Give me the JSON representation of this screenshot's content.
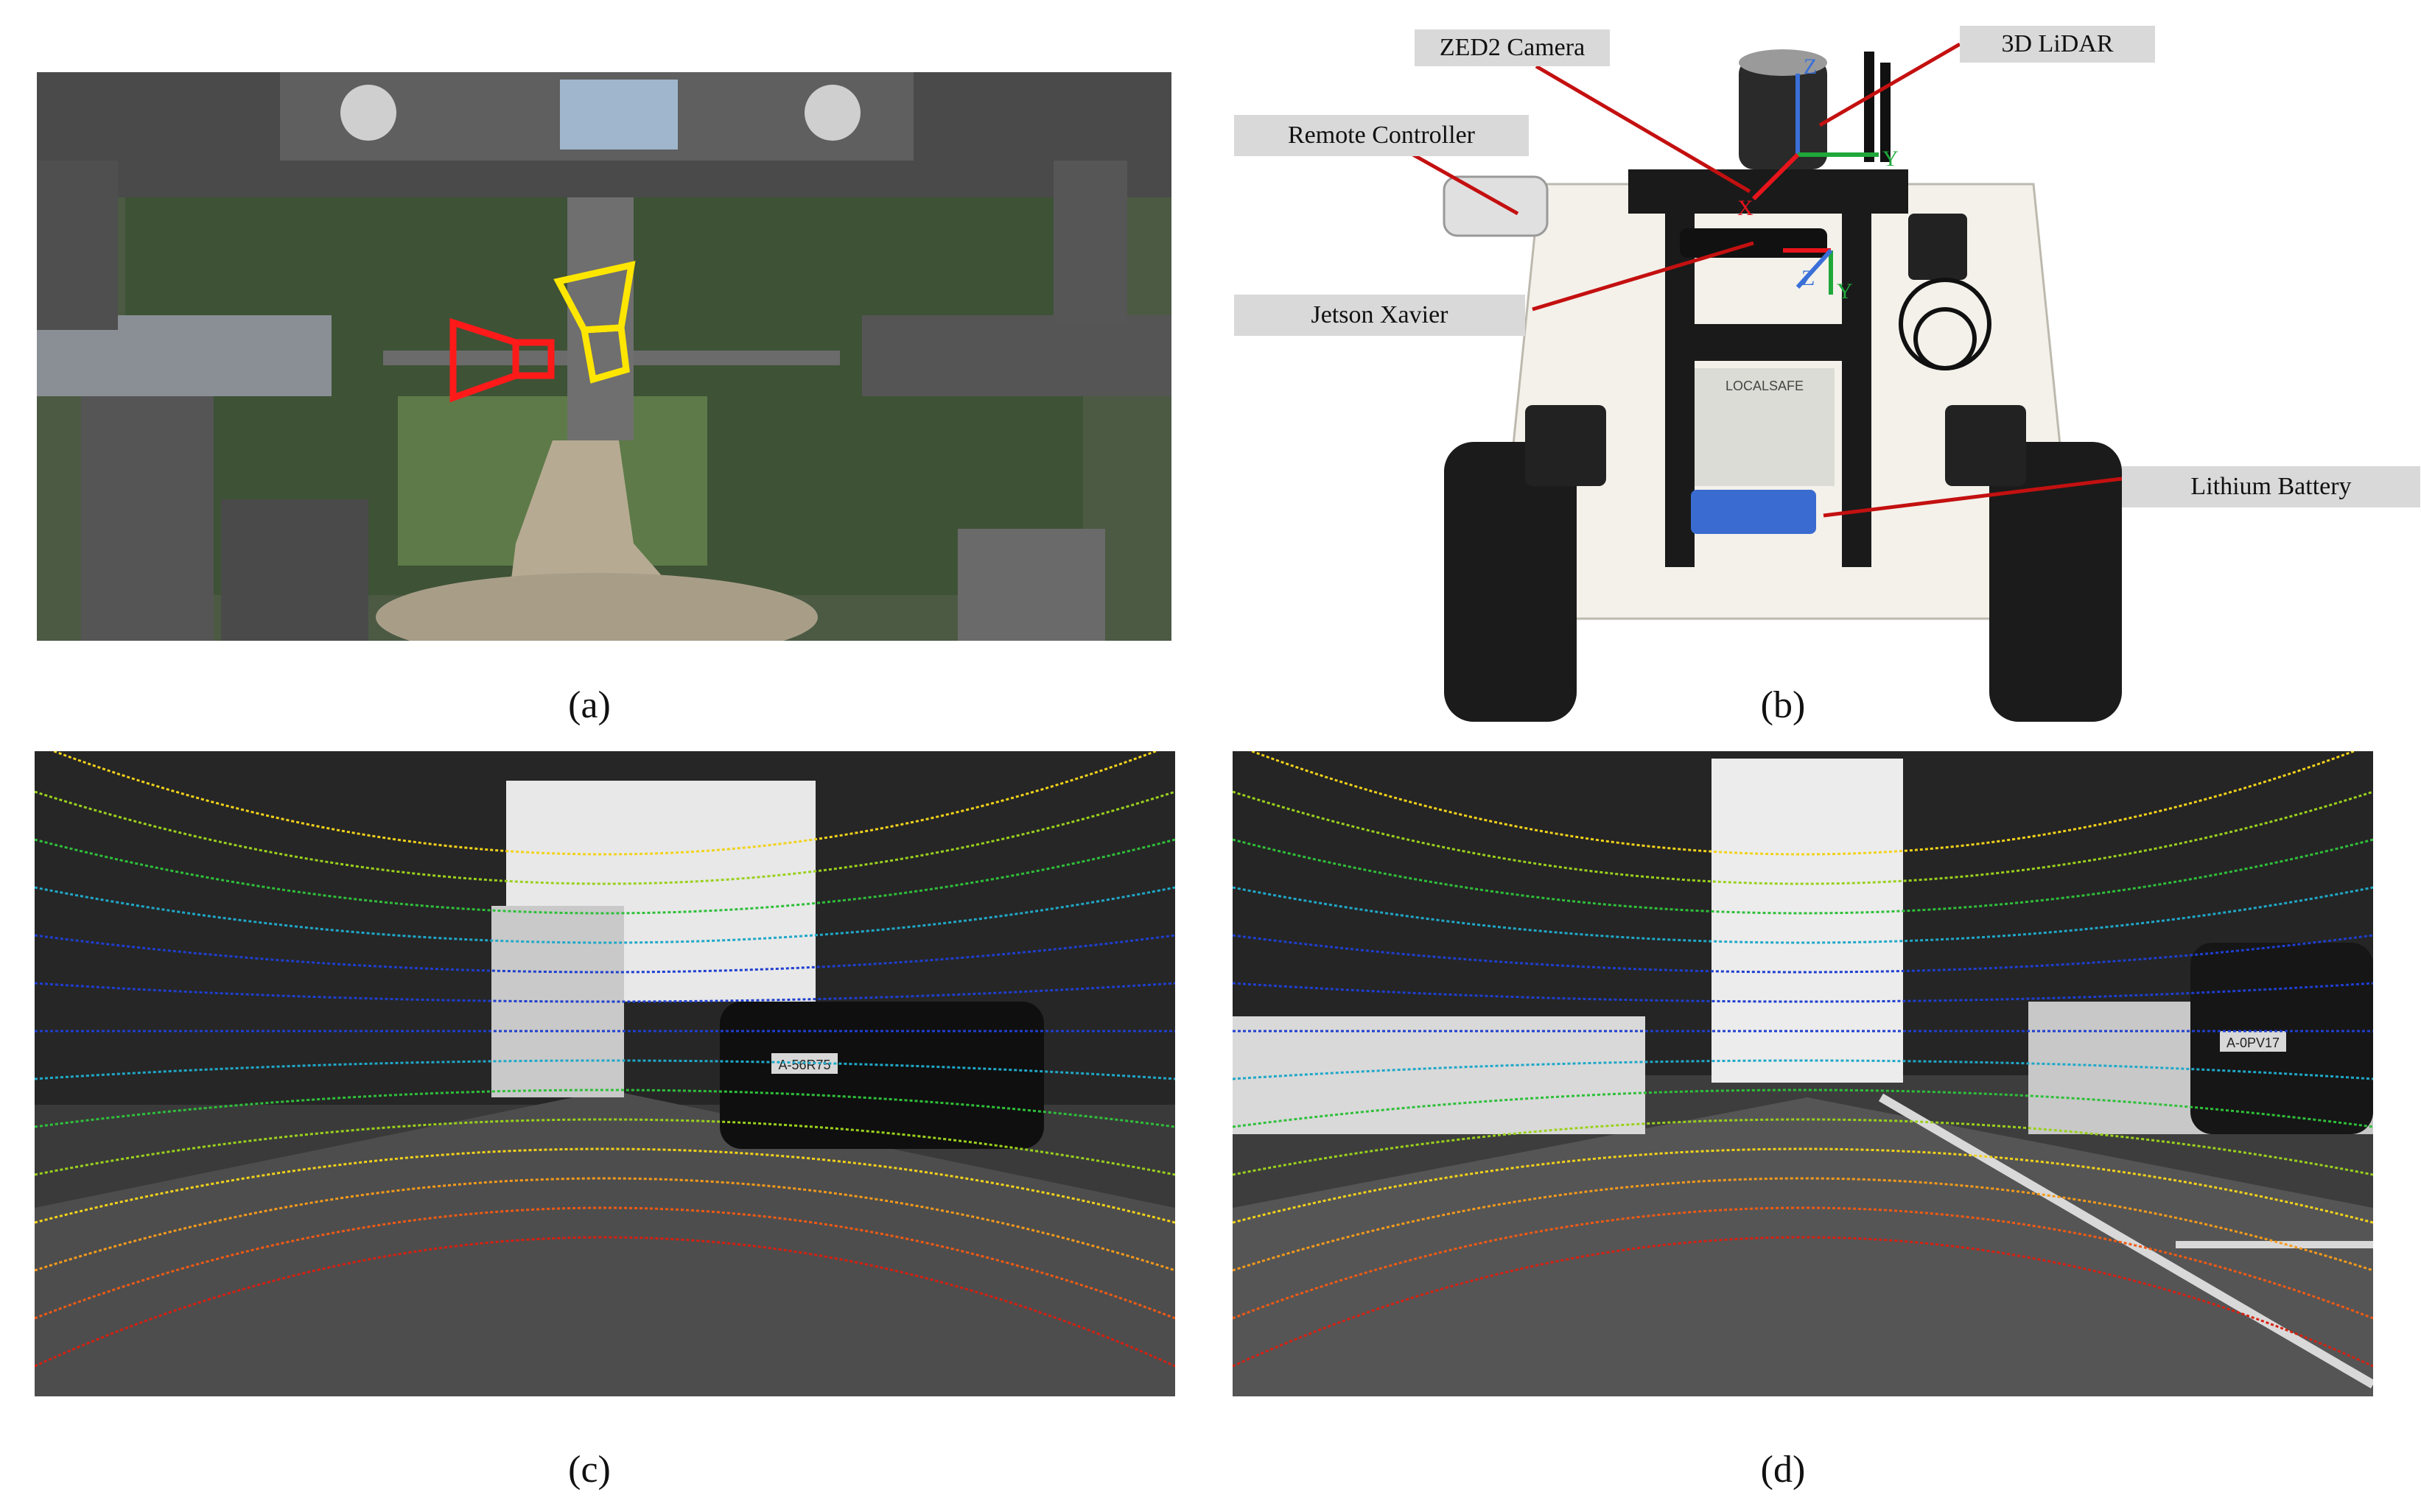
{
  "figure": {
    "captions": {
      "a": "(a)",
      "b": "(b)",
      "c": "(c)",
      "d": "(d)"
    }
  },
  "panel_a": {
    "region_markers": [
      {
        "name": "red-region",
        "color": "#ff1a1a"
      },
      {
        "name": "yellow-region",
        "color": "#ffe600"
      }
    ]
  },
  "panel_b": {
    "callouts": {
      "zed2_camera": "ZED2 Camera",
      "lidar": "3D LiDAR",
      "remote_controller": "Remote Controller",
      "jetson": "Jetson Xavier",
      "battery": "Lithium Battery"
    },
    "axis_labels": {
      "lidar_z": "Z",
      "lidar_y": "Y",
      "lidar_x": "X",
      "cam_z": "Z",
      "cam_y": "Y"
    },
    "axis_colors": {
      "x": "#e8141c",
      "y": "#1fa83a",
      "z": "#3a6fd8"
    },
    "robot_label": "LOCALSAFE"
  },
  "panel_c": {
    "plate_text": "A-56R75"
  },
  "panel_d": {
    "plate_text": "A-0PV17"
  },
  "lidar_scan_colors": [
    "#1e3fd0",
    "#1fa8c8",
    "#2fbf3a",
    "#9ad11c",
    "#f2d21a",
    "#f59a1a",
    "#f05a14",
    "#d81f10"
  ]
}
